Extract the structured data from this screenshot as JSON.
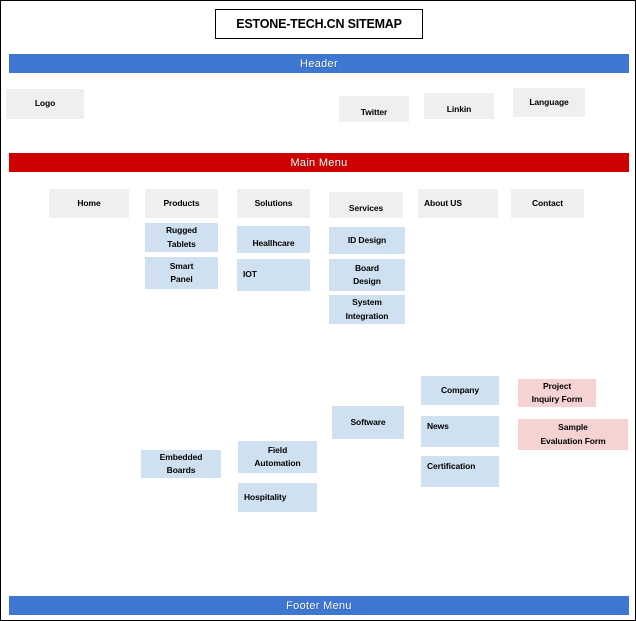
{
  "diagram": {
    "title": "ESTONE-TECH.CN SITEMAP",
    "colors": {
      "header_bar": "#3d77d1",
      "main_menu_bar": "#cf0000",
      "footer_bar": "#3d77d1",
      "menu_box": "#efefef",
      "sub_box": "#cfe0f0",
      "form_box": "#f6d2d2"
    },
    "bands": {
      "header": "Header",
      "main_menu": "Main Menu",
      "footer": "Footer Menu"
    },
    "header_items": [
      {
        "label": "Logo"
      },
      {
        "label": "Twitter"
      },
      {
        "label": "Linkin"
      },
      {
        "label": "Language"
      }
    ],
    "main_menu_items": [
      {
        "label": "Home"
      },
      {
        "label": "Products"
      },
      {
        "label": "Solutions"
      },
      {
        "label": "Services"
      },
      {
        "label": "About US"
      },
      {
        "label": "Contact"
      }
    ],
    "product_items": [
      {
        "label": "Rugged\nTablets"
      },
      {
        "label": "Smart\nPanel"
      },
      {
        "label": "Embedded\nBoards"
      }
    ],
    "solution_items": [
      {
        "label": "Heallhcare"
      },
      {
        "label": "IOT"
      },
      {
        "label": "Field\nAutomation"
      },
      {
        "label": "Hospitality"
      }
    ],
    "service_items": [
      {
        "label": "ID Design"
      },
      {
        "label": "Board\nDesign"
      },
      {
        "label": "System\nIntegration"
      },
      {
        "label": "Software"
      }
    ],
    "about_items": [
      {
        "label": "Company"
      },
      {
        "label": "News"
      },
      {
        "label": "Certification"
      }
    ],
    "contact_items": [
      {
        "label": "Project\nInquiry Form"
      },
      {
        "label": "Sample\nEvaluation   Form"
      }
    ]
  }
}
